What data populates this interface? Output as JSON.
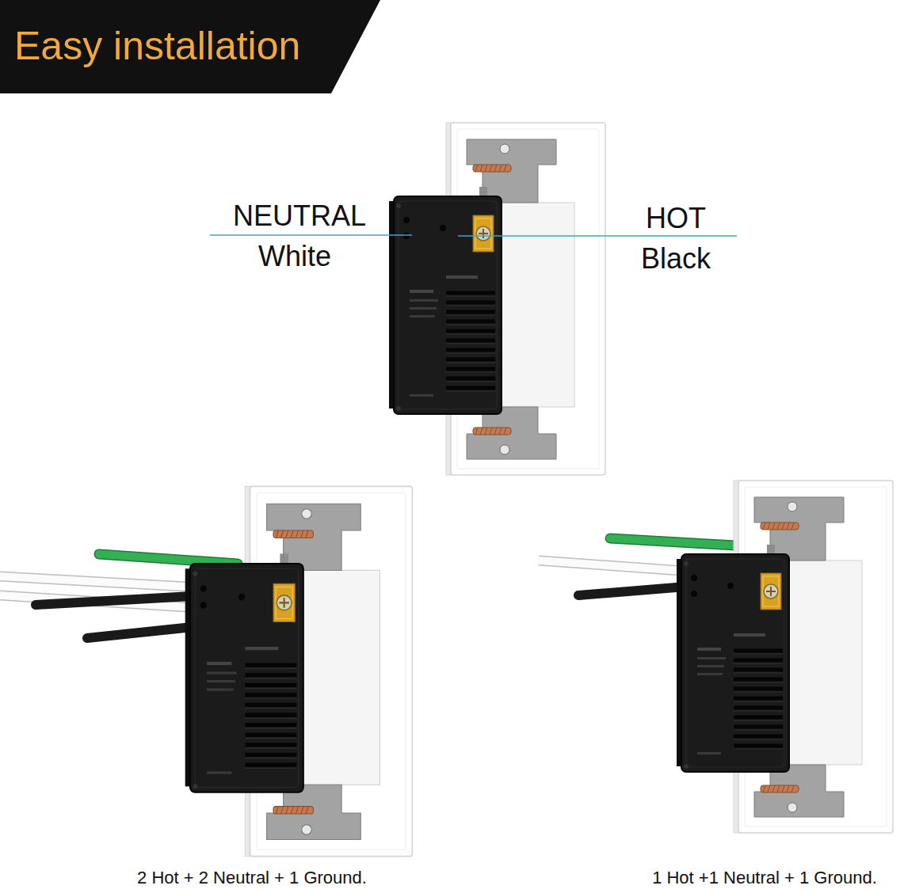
{
  "diagram": {
    "title": "Easy installation",
    "labels": [
      "NEUTRAL",
      "White",
      "HOT",
      "Black",
      "2 Hot + 2 Neutral + 1 Ground.",
      "1 Hot +1 Neutral + 1 Ground."
    ]
  }
}
